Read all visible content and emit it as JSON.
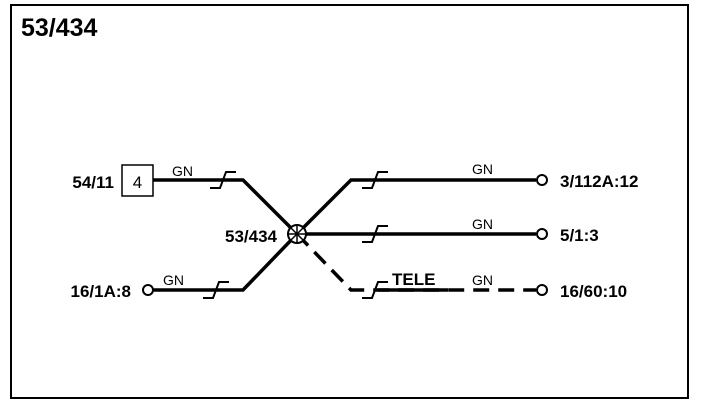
{
  "title": "53/434",
  "splice": {
    "label": "53/434"
  },
  "left": [
    {
      "label": "54/11",
      "pin": "4",
      "wire_color": "GN"
    },
    {
      "label": "16/1A:8",
      "wire_color": "GN"
    }
  ],
  "right": [
    {
      "label": "3/112A:12",
      "wire_color": "GN"
    },
    {
      "label": "5/1:3",
      "wire_color": "GN"
    },
    {
      "label": "16/60:10",
      "wire_color": "GN",
      "option": "TELE"
    }
  ]
}
